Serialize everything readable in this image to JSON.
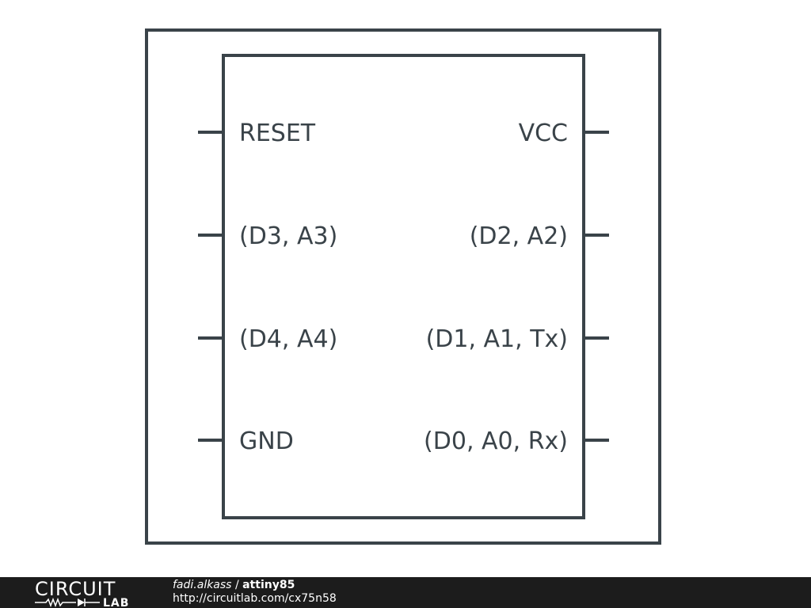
{
  "component": {
    "left_pins": [
      "RESET",
      "(D3, A3)",
      "(D4, A4)",
      "GND"
    ],
    "right_pins": [
      "VCC",
      "(D2, A2)",
      "(D1, A1, Tx)",
      "(D0, A0, Rx)"
    ],
    "stroke_color": "#3a4349"
  },
  "footer": {
    "logo_top": "CIRCUIT",
    "logo_bottom": "LAB",
    "author": "fadi.alkass",
    "separator": "/",
    "title": "attiny85",
    "url": "http://circuitlab.com/cx75n58",
    "background": "#1c1c1c"
  }
}
